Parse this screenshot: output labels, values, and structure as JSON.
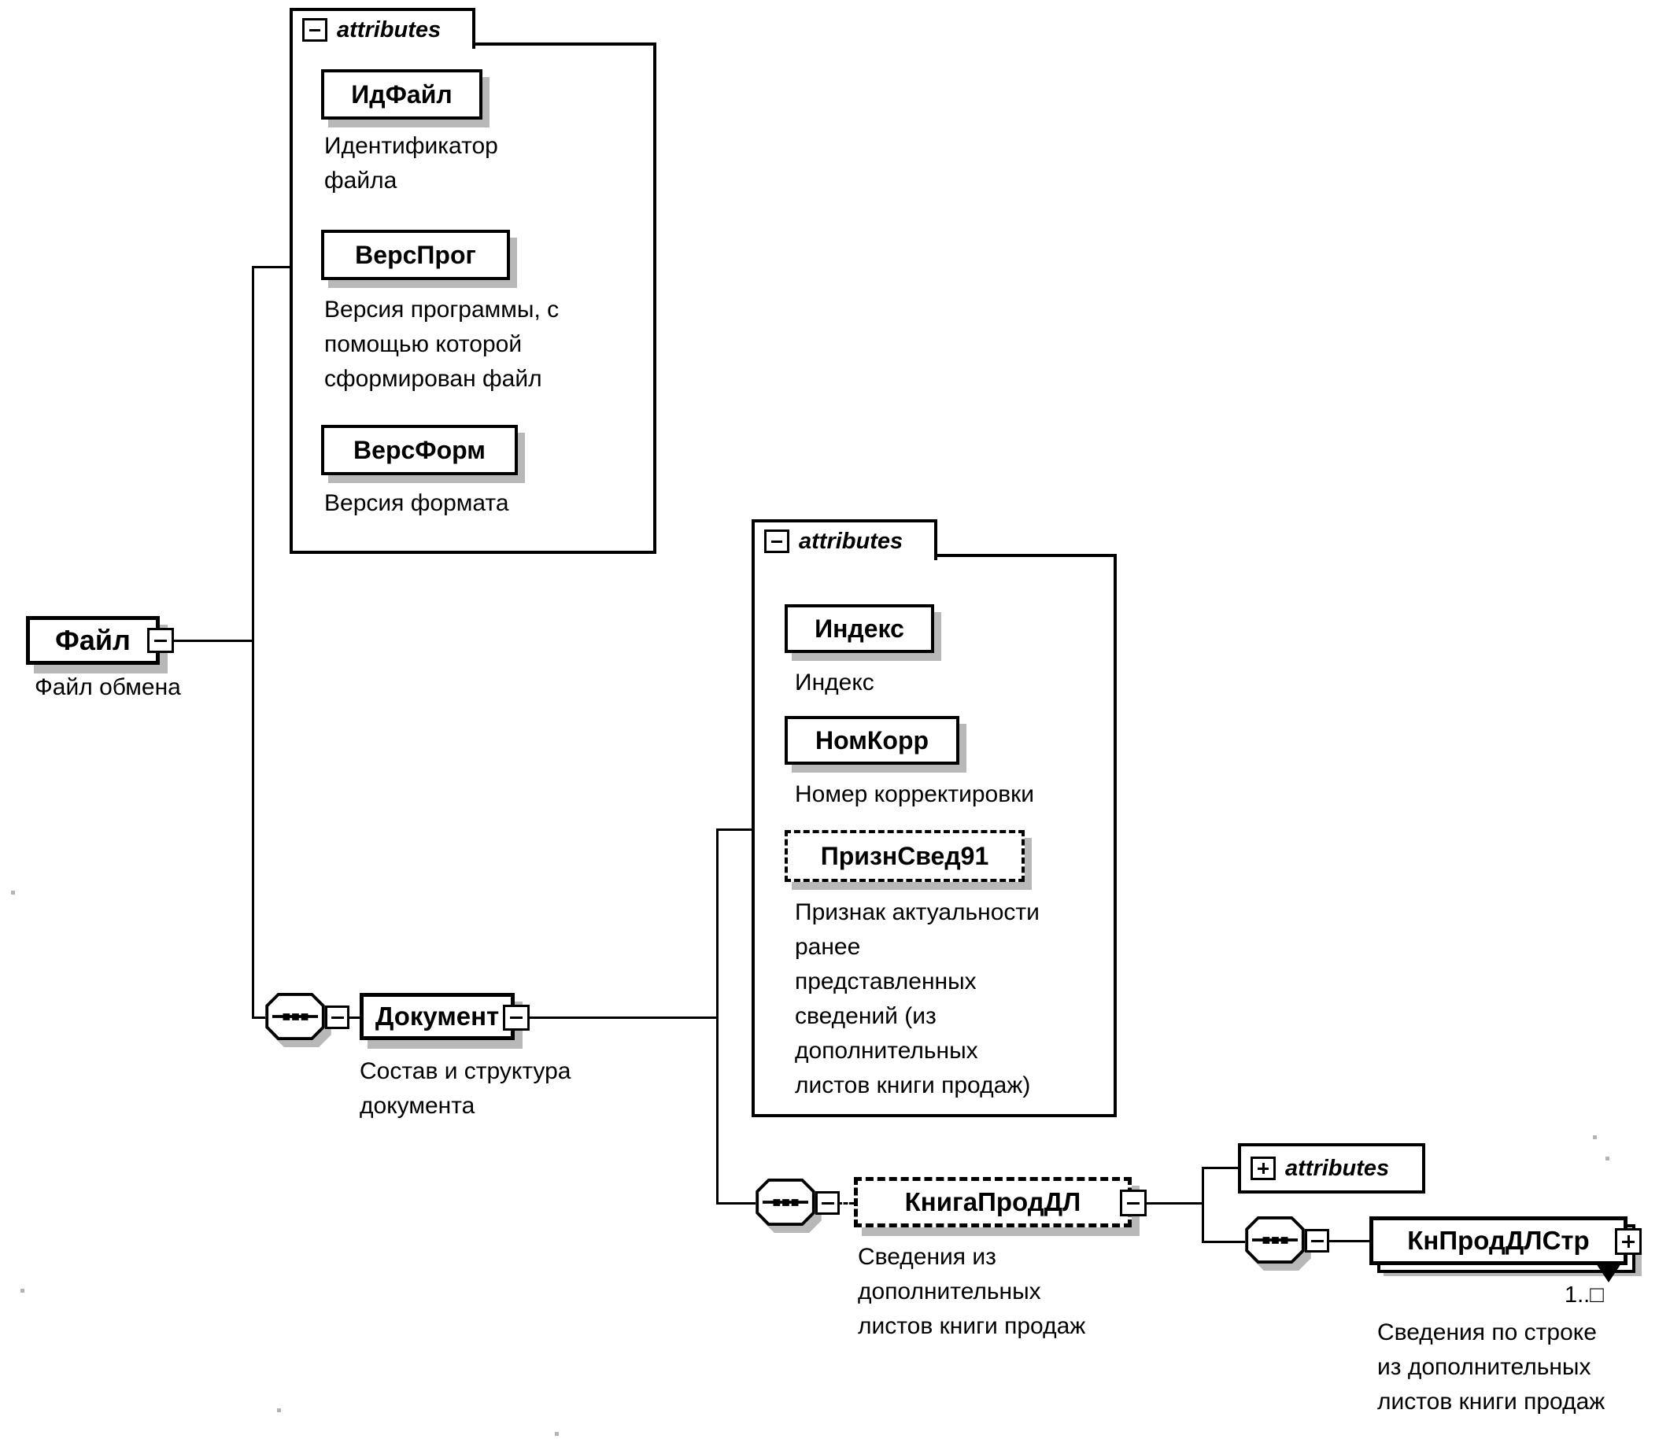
{
  "palette": {
    "ink": "#000000",
    "paper": "#ffffff",
    "shadow": "#b8b8b8"
  },
  "diagram": {
    "file": {
      "label": "Файл",
      "caption": "Файл обмена"
    },
    "file_attributes": {
      "header": "attributes",
      "items": [
        {
          "label": "ИдФайл",
          "caption_lines": [
            "Идентификатор",
            "файла"
          ]
        },
        {
          "label": "ВерсПрог",
          "caption_lines": [
            "Версия программы, с",
            "помощью которой",
            "сформирован файл"
          ]
        },
        {
          "label": "ВерсФорм",
          "caption_lines": [
            "Версия формата"
          ]
        }
      ]
    },
    "document": {
      "label": "Документ",
      "caption_lines": [
        "Состав и структура",
        "документа"
      ]
    },
    "document_attributes": {
      "header": "attributes",
      "items": [
        {
          "label": "Индекс",
          "caption_lines": [
            "Индекс"
          ]
        },
        {
          "label": "НомКорр",
          "caption_lines": [
            "Номер корректировки"
          ]
        },
        {
          "label": "ПризнСвед91",
          "caption_lines": [
            "Признак актуальности",
            "ранее",
            "представленных",
            "сведений (из",
            "дополнительных",
            "листов книги продаж)"
          ]
        }
      ]
    },
    "kniga_prod_dl": {
      "label": "КнигаПродДЛ",
      "caption_lines": [
        "Сведения из",
        "дополнительных",
        "листов книги продаж"
      ]
    },
    "kniga_attributes": {
      "header": "attributes"
    },
    "kn_prod_dl_str": {
      "label": "КнПродДЛСтр",
      "occurrence": "1..□",
      "caption_lines": [
        "Сведения по строке",
        "из дополнительных",
        "листов книги продаж"
      ]
    }
  }
}
